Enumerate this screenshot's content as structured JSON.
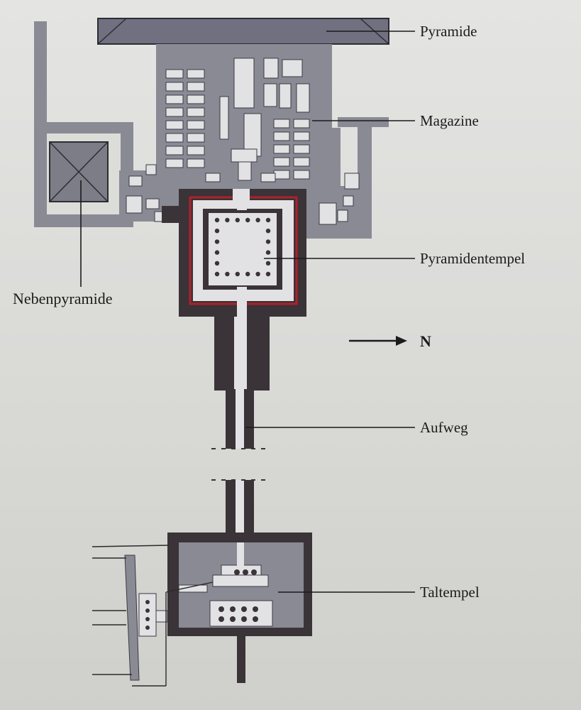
{
  "labels": {
    "pyramid": "Pyramide",
    "magazines": "Magazine",
    "pyramid_temple": "Pyramidentempel",
    "satellite_pyramid": "Nebenpyramide",
    "north": "N",
    "causeway": "Aufweg",
    "valley_temple": "Taltempel"
  },
  "colors": {
    "background": "#dcdcd9",
    "gray_fill": "#8a8a95",
    "dark_wall": "#3a3338",
    "light_floor": "#e2e2e4",
    "red_accent": "#b0202a",
    "ink": "#1b1b1b"
  }
}
